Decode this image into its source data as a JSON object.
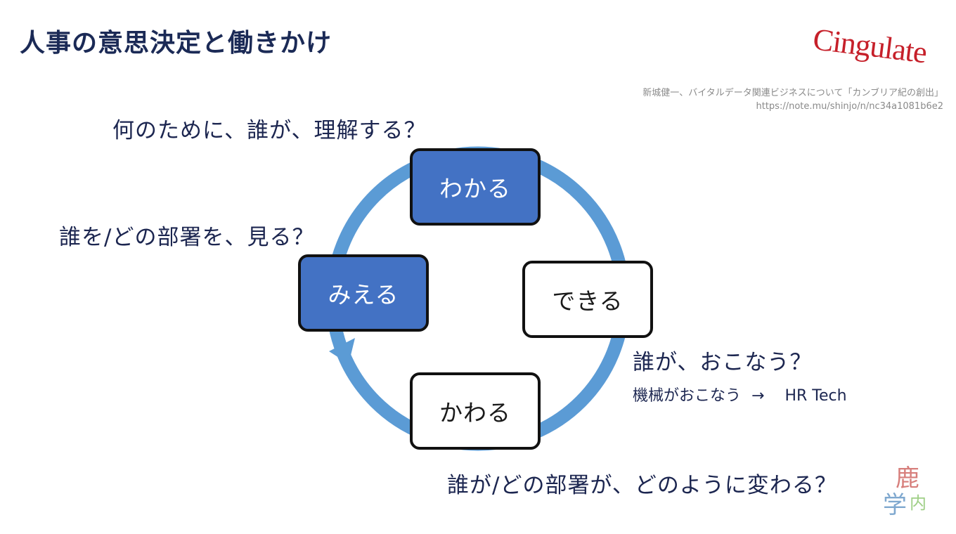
{
  "slide": {
    "title": "人事の意思決定と働きかけ",
    "logo_text": "Cingulate",
    "citation_line1": "新城健一、バイタルデータ関連ビジネスについて「カンブリア紀の創出」",
    "citation_line2": "https://note.mu/shinjo/n/nc34a1081b6e2"
  },
  "diagram": {
    "stages": [
      {
        "label": "わかる",
        "style": "filled"
      },
      {
        "label": "できる",
        "style": "outlined"
      },
      {
        "label": "かわる",
        "style": "outlined"
      },
      {
        "label": "みえる",
        "style": "filled"
      }
    ],
    "questions": {
      "purpose": "何のために、誰が、理解する？",
      "see": "誰を/どの部署を、見る？",
      "do": "誰が、おこなう？",
      "change": "誰が/どの部署が、どのように変わる？"
    },
    "note": {
      "text": "機械がおこなう",
      "arrow": "→",
      "target": "HR Tech"
    },
    "cycle_color": "#5b9bd5",
    "filled_color": "#4372c4"
  },
  "corner_logo": {
    "char1": "鹿",
    "char2": "学",
    "char3": "内"
  }
}
